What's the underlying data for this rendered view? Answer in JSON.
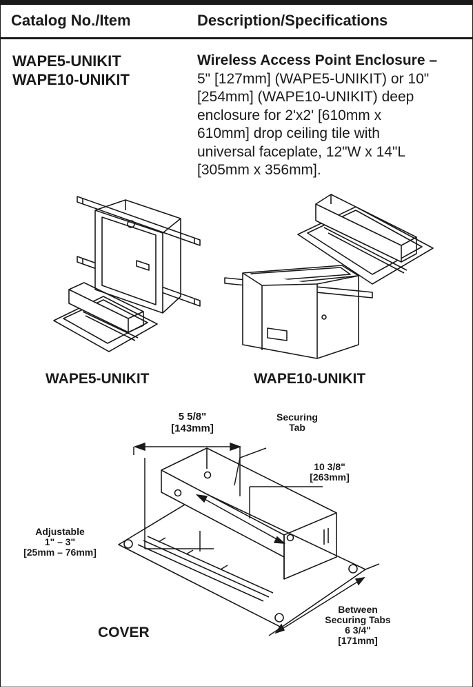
{
  "header": {
    "col1": "Catalog No./Item",
    "col2": "Description/Specifications"
  },
  "items": [
    "WAPE5-UNIKIT",
    "WAPE10-UNIKIT"
  ],
  "description": {
    "title": "Wireless Access Point Enclosure –",
    "lines": [
      "5\" [127mm] (WAPE5-UNIKIT) or 10\"",
      "[254mm] (WAPE10-UNIKIT) deep",
      "enclosure for 2'x2' [610mm x",
      "610mm] drop ceiling tile with",
      "universal faceplate, 12\"W x 14\"L",
      "[305mm x 356mm]."
    ]
  },
  "figures": {
    "left_caption": "WAPE5-UNIKIT",
    "right_caption": "WAPE10-UNIKIT",
    "cover_caption": "COVER"
  },
  "dimensions": {
    "width_top": [
      "5 5/8\"",
      "[143mm]"
    ],
    "securing_tab": [
      "Securing",
      "Tab"
    ],
    "length": [
      "10 3/8\"",
      "[263mm]"
    ],
    "adjustable": [
      "Adjustable",
      "1\" – 3\"",
      "[25mm – 76mm]"
    ],
    "between_tabs": [
      "Between",
      "Securing Tabs",
      "6 3/4\"",
      "[171mm]"
    ]
  }
}
